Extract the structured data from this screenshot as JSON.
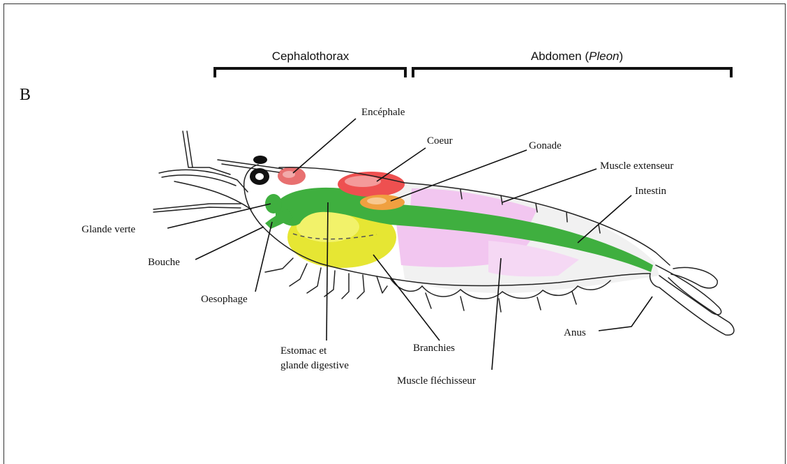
{
  "panel_letter": "B",
  "sections": {
    "cephalothorax": "Cephalothorax",
    "abdomen_prefix": "Abdomen (",
    "abdomen_italic": "Pleon",
    "abdomen_suffix": ")"
  },
  "labels": {
    "encephale": "Encéphale",
    "coeur": "Coeur",
    "gonade": "Gonade",
    "muscle_extenseur": "Muscle extenseur",
    "intestin": "Intestin",
    "glande_verte": "Glande verte",
    "bouche": "Bouche",
    "oesophage": "Oesophage",
    "estomac_line1": "Estomac et",
    "estomac_line2": "glande digestive",
    "branchies": "Branchies",
    "muscle_flechisseur": "Muscle fléchisseur",
    "anus": "Anus"
  },
  "colors": {
    "encephale": "#e87070",
    "coeur": "#ee5050",
    "gonade": "#f0a040",
    "estomac": "#e6e633",
    "digestive_tract": "#3faf3f",
    "muscle": "#f2c6f0"
  }
}
